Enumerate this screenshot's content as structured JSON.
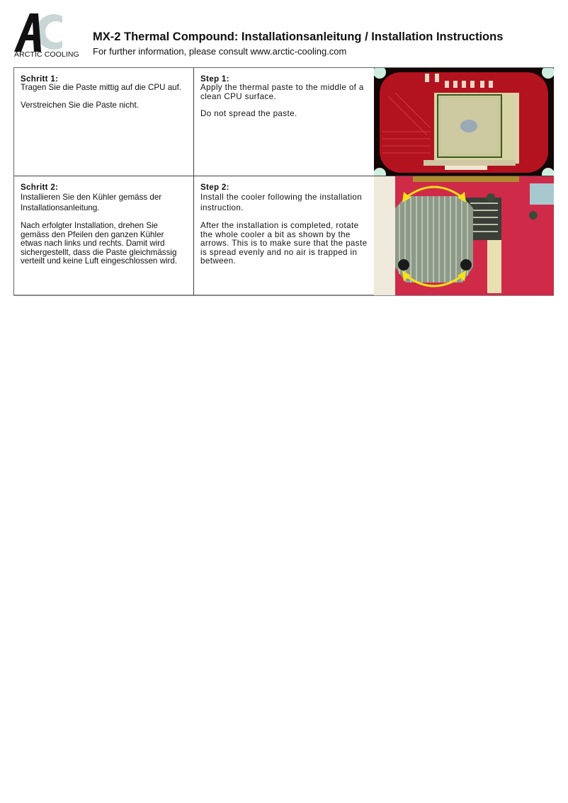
{
  "header": {
    "logo_text": "ARCTIC COOLING",
    "title": "MX-2 Thermal Compound: Installationsanleitung / Installation Instructions",
    "subtitle": "For further information, please consult www.arctic-cooling.com"
  },
  "steps": [
    {
      "de_title": "Schritt 1:",
      "de_paragraphs": [
        "Tragen Sie die Paste mittig auf die CPU auf.",
        "Verstreichen Sie die Paste nicht."
      ],
      "en_title": "Step 1:",
      "en_paragraphs": [
        "Apply the thermal paste to the middle of a clean CPU surface.",
        "Do not spread the paste."
      ],
      "image": "cpu-with-thermal-paste-photo"
    },
    {
      "de_title": "Schritt 2:",
      "de_paragraphs": [
        "Installieren Sie den Kühler gemäss der Installationsanleitung.",
        "Nach erfolgter Installation, drehen Sie gemäss den Pfeilen den ganzen Kühler etwas nach links und rechts. Damit wird sichergestellt, dass die Paste gleichmässig verteilt und keine Luft eingeschlossen wird."
      ],
      "en_title": "Step 2:",
      "en_paragraphs": [
        "Install the cooler following the installation instruction.",
        "After the installation is completed, rotate the whole cooler a bit as shown by the arrows. This is to make sure that the paste is spread evenly and no air is trapped in between."
      ],
      "image": "cooler-rotation-arrows-photo"
    }
  ],
  "colors": {
    "logo_a": "#111111",
    "logo_c": "#c9d6d6",
    "board_red": "#b3121f",
    "arrow_yellow": "#f5e11a",
    "heatsink": "#8e9a88"
  }
}
